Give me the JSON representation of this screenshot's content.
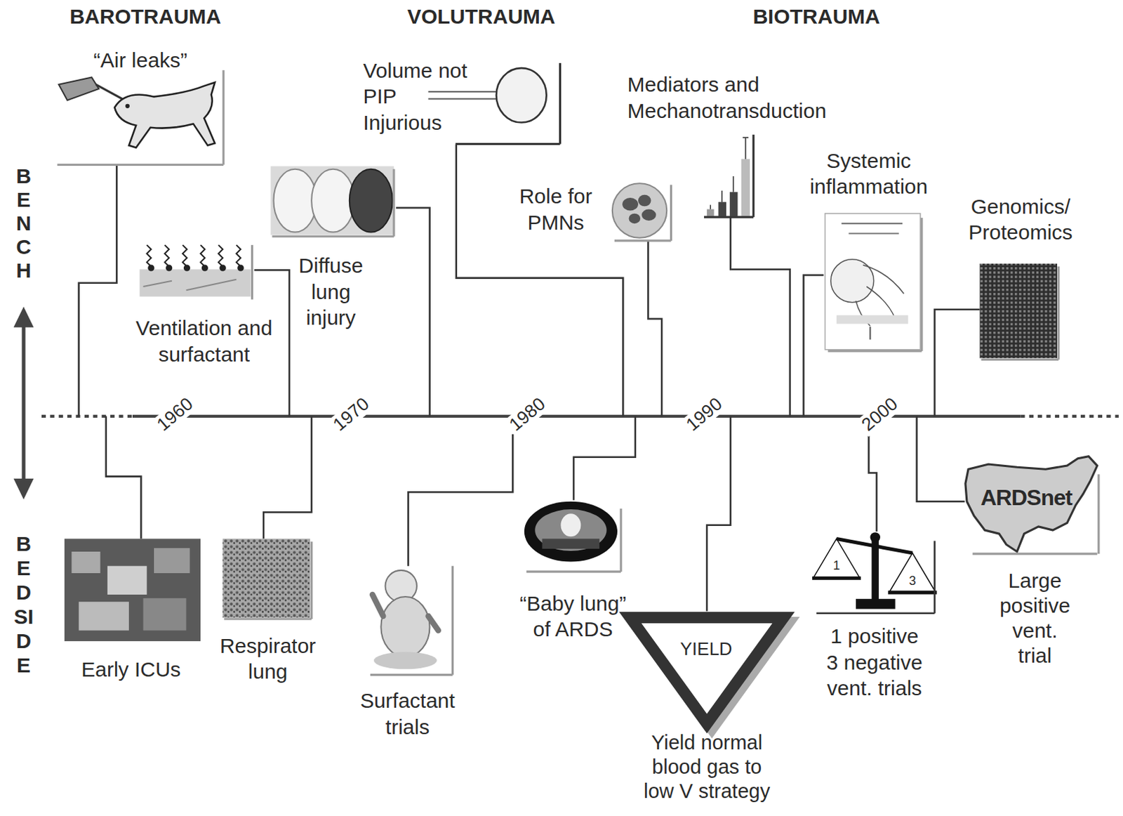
{
  "diagram": {
    "labels": [
      "BAROTRAUMA",
      "VOLUTRAUMA",
      "BIOTRAUMA",
      "BENCH",
      "BEDSIDE",
      "“Air leaks”",
      "Volume not PIP Injurious",
      "Mediators and Mechanotransduction",
      "Role for PMNs",
      "Systemic inflammation",
      "Genomics/ Proteomics",
      "Ventilation and surfactant",
      "Diffuse lung injury",
      "1960",
      "1970",
      "1980",
      "1990",
      "2000",
      "Early ICUs",
      "Respirator lung",
      "Surfactant trials",
      "“Baby lung” of ARDS",
      "YIELD",
      "Yield normal blood gas to low V strategy",
      "1",
      "3",
      "1 positive 3 negative vent. trials",
      "ARDSnet",
      "Large positive vent. trial"
    ]
  }
}
